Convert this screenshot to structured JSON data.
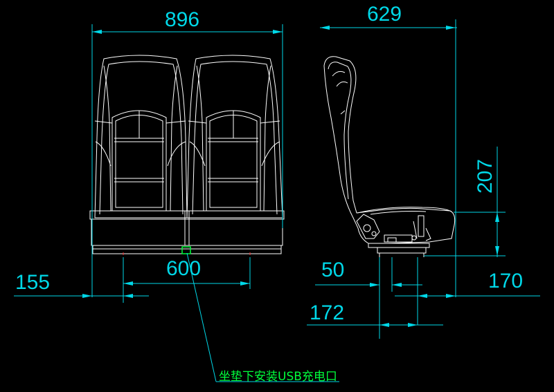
{
  "colors": {
    "background": "#000000",
    "outline": "#ffffff",
    "dimension": "#00d8e8",
    "note": "#00ff3c",
    "marker": "#ff2a2a"
  },
  "dimensions": {
    "front_width": "896",
    "side_depth": "629",
    "front_edge": "155",
    "leg_spacing": "600",
    "side_height": "207",
    "rail_offset": "50",
    "rear_offset": "170",
    "base_depth": "172"
  },
  "annotation": {
    "usb_note": "坐垫下安装USB充电口"
  }
}
